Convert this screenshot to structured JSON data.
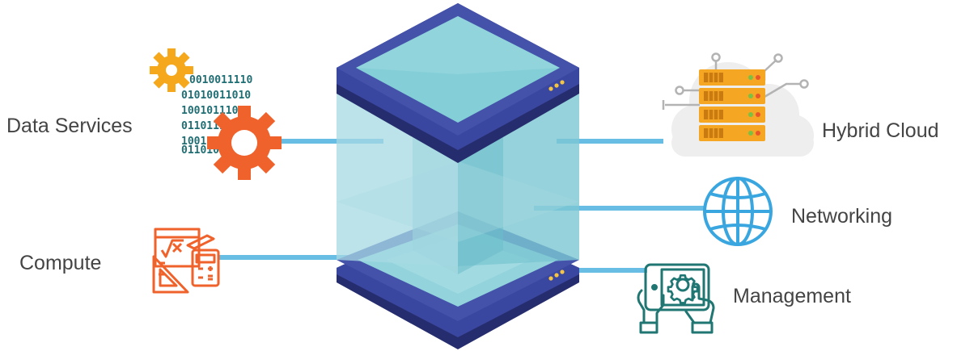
{
  "labels": {
    "data_services": "Data Services",
    "compute": "Compute",
    "hybrid_cloud": "Hybrid Cloud",
    "networking": "Networking",
    "management": "Management"
  },
  "binary_rows": [
    "0010011110",
    "01010011010",
    "10010111010",
    "0110111010",
    "1001001010",
    "0110101001"
  ],
  "colors": {
    "connector": "#57b6e0",
    "server_dark": "#2d3580",
    "server_face": "#82ccd6",
    "glass": "#a6dae3",
    "gear_orange": "#f0622b",
    "gear_yellow": "#f5a81c",
    "binary_text": "#1f6e74",
    "cloud": "#eeeeee",
    "rack": "#f5a622",
    "globe": "#3aa6e0",
    "compute_icon": "#f0622b",
    "management_icon": "#1f7672"
  },
  "icons": [
    "gears-binary-icon",
    "server-cloud-icon",
    "globe-icon",
    "compute-tools-icon",
    "touchscreen-gear-icon"
  ]
}
